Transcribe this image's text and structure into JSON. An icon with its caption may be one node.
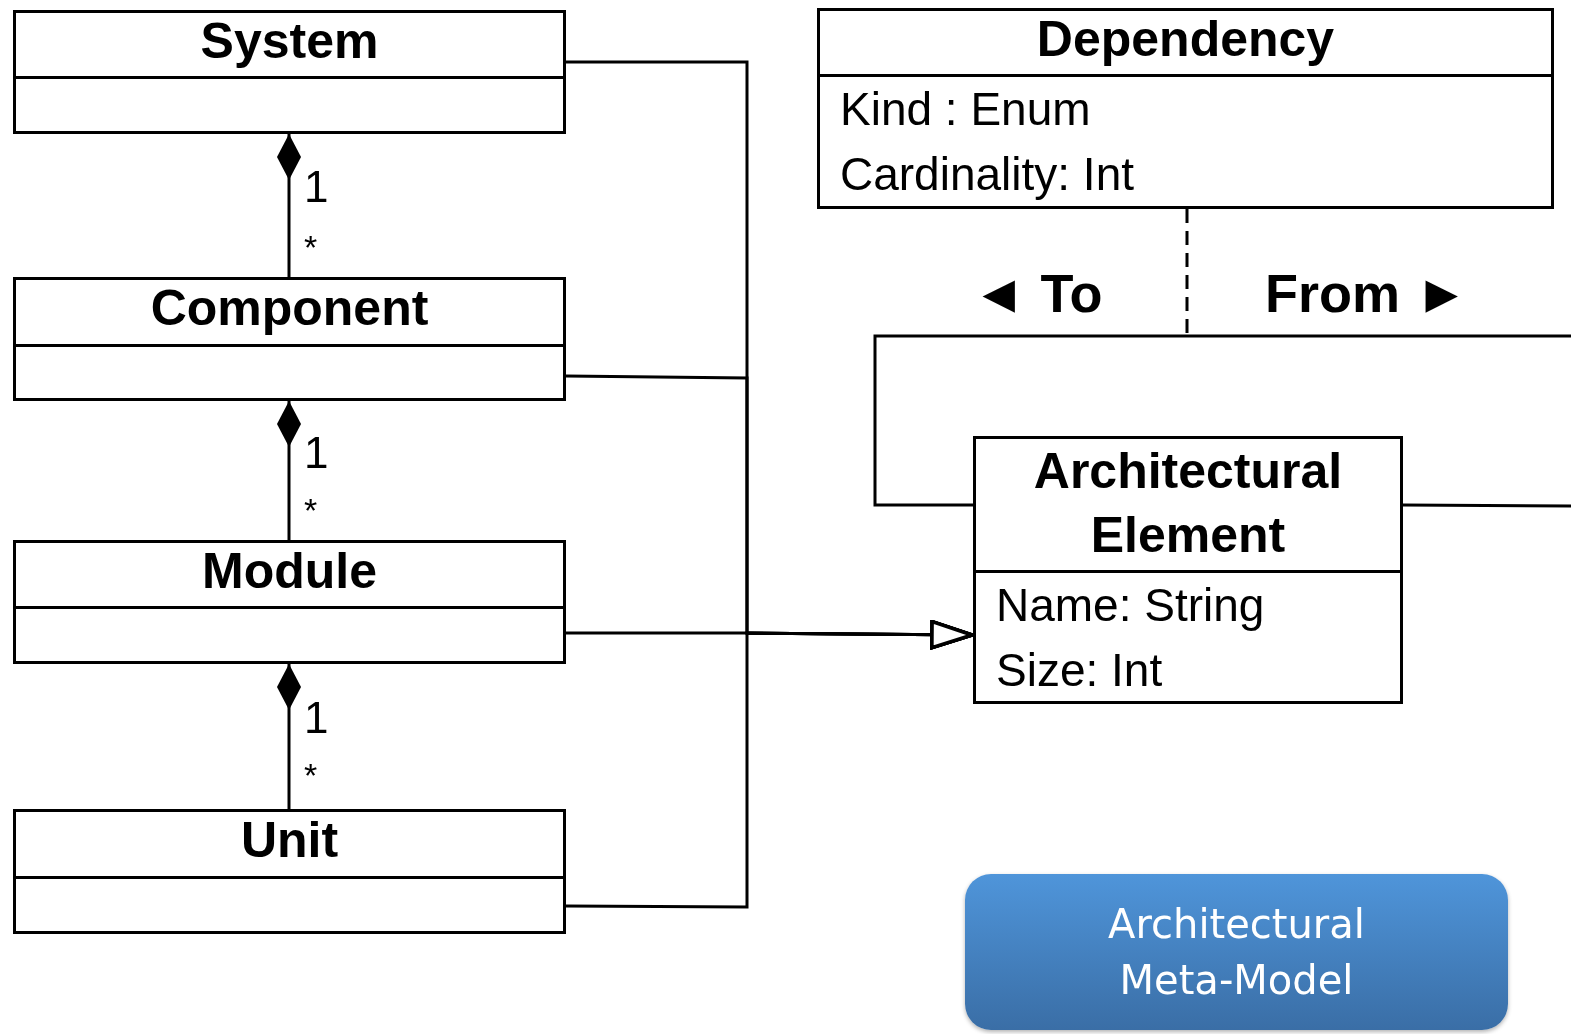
{
  "diagram": {
    "nodes": [
      {
        "text": [
          "System"
        ]
      },
      {
        "text": [
          "Component"
        ]
      },
      {
        "text": [
          "Module"
        ]
      },
      {
        "text": [
          "Unit"
        ]
      },
      {
        "text": [
          "Dependency",
          "Kind : Enum",
          "Cardinality: Int"
        ]
      },
      {
        "text": [
          "Architectural Element",
          "Name: String",
          "Size: Int"
        ]
      },
      {
        "text": [
          "Architectural Meta-Model"
        ]
      }
    ],
    "edges": [
      {
        "from": 1,
        "to": 0,
        "arrow": "other"
      },
      {
        "from": 2,
        "to": 1,
        "arrow": "other"
      },
      {
        "from": 3,
        "to": 2,
        "arrow": "other"
      },
      {
        "from": 0,
        "to": 5,
        "arrow": "to"
      },
      {
        "from": 1,
        "to": 5,
        "arrow": "to"
      },
      {
        "from": 2,
        "to": 5,
        "arrow": "to"
      },
      {
        "from": 3,
        "to": 5,
        "arrow": "to"
      },
      {
        "from": 5,
        "to": 5,
        "arrow": "none"
      },
      {
        "from": 4,
        "to": null,
        "arrow": "none",
        "style": "dashed"
      }
    ],
    "labels": [
      "1",
      "*",
      "1",
      "*",
      "1",
      "*",
      "◄ To",
      "From ►"
    ]
  }
}
